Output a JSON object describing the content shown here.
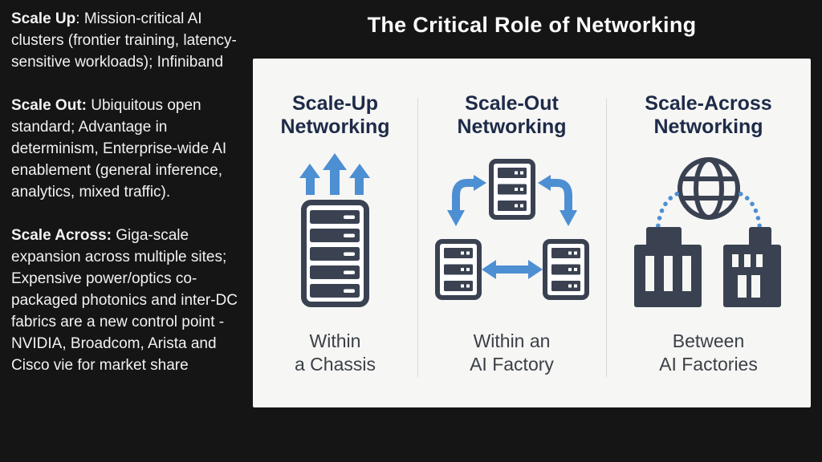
{
  "slide": {
    "title": "The Critical Role of Networking"
  },
  "sidebar": {
    "paragraphs": [
      {
        "lead": "Scale Up",
        "body": ": Mission-critical AI clusters (frontier training, latency-sensitive workloads); Infiniband"
      },
      {
        "lead": "Scale Out:",
        "body": " Ubiquitous open standard; Advantage in determinism, Enterprise-wide AI enablement (general inference, analytics, mixed traffic)."
      },
      {
        "lead": "Scale Across:",
        "body": " Giga-scale expansion across multiple sites; Expensive power/optics co-packaged photonics and inter-DC fabrics are a new control point - NVIDIA, Broadcom, Arista and Cisco vie for market share"
      }
    ]
  },
  "panel": {
    "columns": [
      {
        "heading_line1": "Scale-Up",
        "heading_line2": "Networking",
        "icon": "server-rack-up-arrows-icon",
        "caption_line1": "Within",
        "caption_line2": "a Chassis"
      },
      {
        "heading_line1": "Scale-Out",
        "heading_line2": "Networking",
        "icon": "servers-exchange-arrows-icon",
        "caption_line1": "Within an",
        "caption_line2": "AI Factory"
      },
      {
        "heading_line1": "Scale-Across",
        "heading_line2": "Networking",
        "icon": "globe-between-buildings-icon",
        "caption_line1": "Between",
        "caption_line2": "AI Factories"
      }
    ]
  },
  "colors": {
    "background": "#151515",
    "panel_background": "#f6f6f4",
    "heading_navy": "#1e2b49",
    "caption_gray": "#3b4047",
    "icon_slate": "#3a4252",
    "icon_blue": "#4d8fd3",
    "divider": "#d9d9d6",
    "sidebar_text": "#f2f2f2"
  }
}
